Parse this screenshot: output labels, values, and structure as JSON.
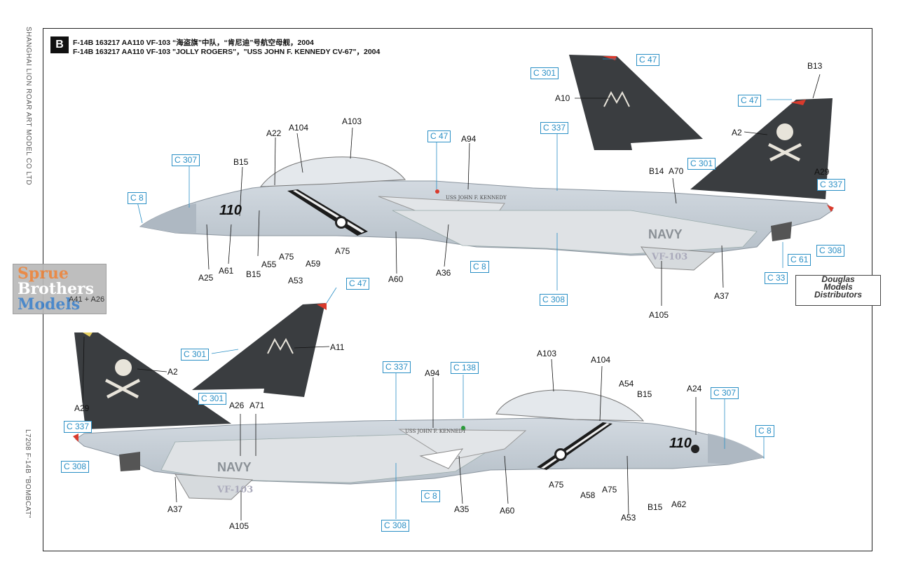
{
  "side_margin": {
    "manufacturer": "SHANGHAI LION ROAR ART MODEL CO LTD",
    "product": "L7208   F-14B   \"BOMBCAT\""
  },
  "header": {
    "badge": "B",
    "line_zh": "F-14B 163217 AA110 VF-103 “海盗旗”中队，“肯尼迪”号航空母舰，2004",
    "line_en": "F-14B 163217 AA110 VF-103 \"JOLLY ROGERS\"，\"USS JOHN F. KENNEDY CV-67\"，2004"
  },
  "watermarks": {
    "sprue": [
      "Sprue",
      "Brothers",
      "Models"
    ],
    "dmd": [
      "Douglas",
      "Models",
      "Distributors"
    ]
  },
  "aircraft_markings": {
    "navy": "NAVY",
    "squadron": "VF-103",
    "modex": "110",
    "tail_code": "AA",
    "ship_name": "USS JOHN F. KENNEDY"
  },
  "colors": {
    "body_gray": "#c3ccd4",
    "light_gray": "#d9dde0",
    "tail_dark": "#3a3d40",
    "callout_blue": "#2a8fc5",
    "red_tip": "#d93a2c"
  },
  "top_view": {
    "part_labels": {
      "A10": "A10",
      "A103": "A103",
      "A104": "A104",
      "A22": "A22",
      "A94": "A94",
      "B13": "B13",
      "A2": "A2",
      "B15a": "B15",
      "B14": "B14",
      "A70": "A70",
      "A29": "A29",
      "A25": "A25",
      "A61": "A61",
      "A55": "A55",
      "B15b": "B15",
      "A75a": "A75",
      "A53": "A53",
      "A59": "A59",
      "A75b": "A75",
      "A60": "A60",
      "A36": "A36",
      "A37": "A37",
      "A105": "A105"
    },
    "color_callouts": {
      "c47a": "C 47",
      "c301a": "C 301",
      "c47b": "C 47",
      "c337a": "C 337",
      "c47c": "C 47",
      "c307": "C 307",
      "c301b": "C 301",
      "c8a": "C 8",
      "c337b": "C 337",
      "c8b": "C 8",
      "c61": "C 61",
      "c308a": "C 308",
      "c33": "C 33",
      "c308b": "C 308"
    }
  },
  "bottom_view": {
    "part_labels": {
      "A26a": "A41 + A26",
      "A11": "A11",
      "A2": "A2",
      "A29": "A29",
      "A103": "A103",
      "A104": "A104",
      "A94": "A94",
      "A54": "A54",
      "A24": "A24",
      "B15a": "B15",
      "A26b": "A26",
      "A71": "A71",
      "A75a": "A75",
      "A58": "A58",
      "A75b": "A75",
      "B15b": "B15",
      "A62": "A62",
      "A37": "A37",
      "A35": "A35",
      "A60": "A60",
      "A53": "A53",
      "A105": "A105"
    },
    "color_callouts": {
      "c47": "C 47",
      "c301a": "C 301",
      "c301b": "C 301",
      "c337a": "C 337",
      "c138": "C 138",
      "c307": "C 307",
      "c337b": "C 337",
      "c8a": "C 8",
      "c308a": "C 308",
      "c8b": "C 8",
      "c308b": "C 308"
    }
  }
}
